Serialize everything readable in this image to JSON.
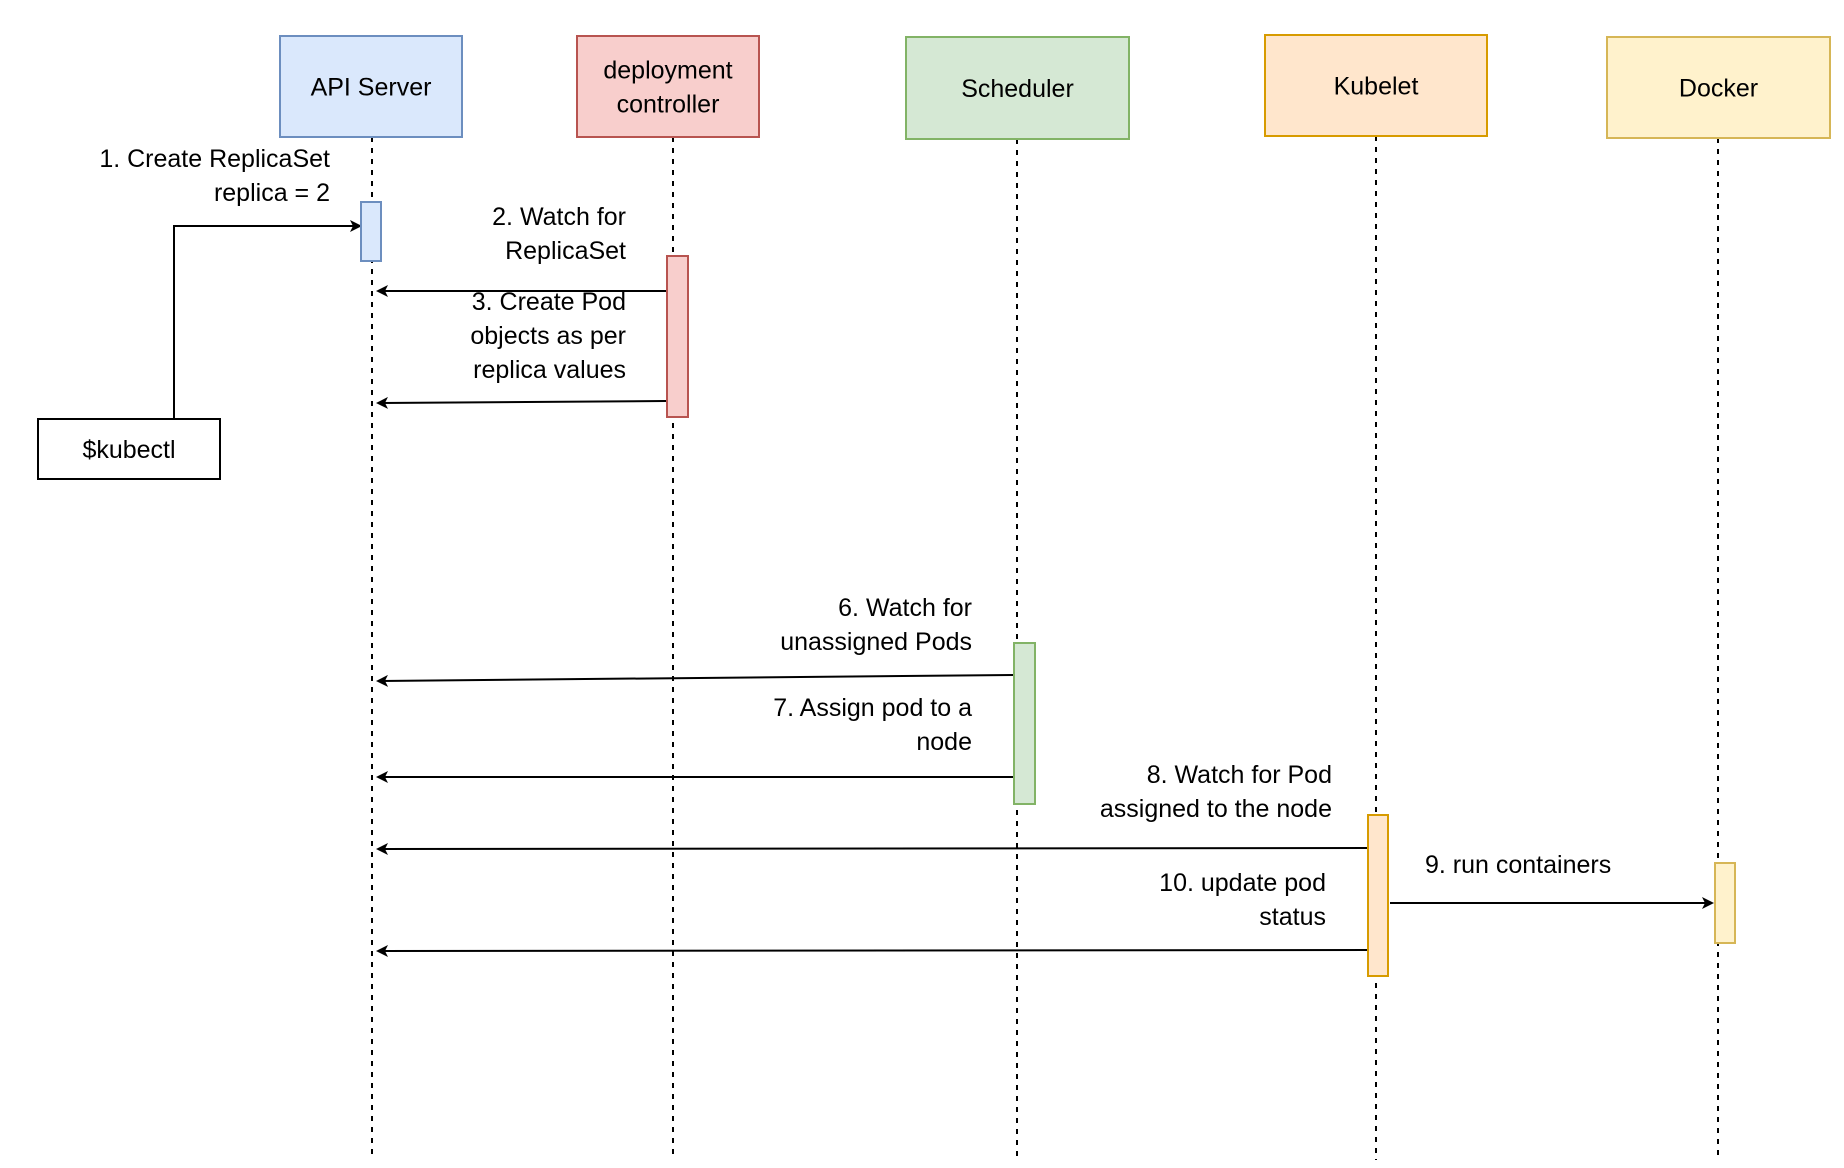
{
  "participants": [
    {
      "id": "api-server",
      "label": [
        "API Server"
      ],
      "fill": "#dae8fc",
      "stroke": "#6c8ebf"
    },
    {
      "id": "deployment-controller",
      "label": [
        "deployment",
        "controller"
      ],
      "fill": "#f8cecc",
      "stroke": "#b85450"
    },
    {
      "id": "scheduler",
      "label": [
        "Scheduler"
      ],
      "fill": "#d5e8d4",
      "stroke": "#82b366"
    },
    {
      "id": "kubelet",
      "label": [
        "Kubelet"
      ],
      "fill": "#ffe6cc",
      "stroke": "#d79b00"
    },
    {
      "id": "docker",
      "label": [
        "Docker"
      ],
      "fill": "#fff2cc",
      "stroke": "#d6b656"
    }
  ],
  "actor": {
    "label": "$kubectl"
  },
  "messages": [
    {
      "id": "msg-1",
      "from": "kubectl",
      "to": "api-server",
      "label": [
        "1. Create ReplicaSet",
        "replica = 2"
      ]
    },
    {
      "id": "msg-2",
      "from": "deployment-controller",
      "to": "api-server",
      "label": [
        "2. Watch for",
        "ReplicaSet"
      ]
    },
    {
      "id": "msg-3",
      "from": "deployment-controller",
      "to": "api-server",
      "label": [
        "3. Create Pod",
        "objects as per",
        "replica values"
      ]
    },
    {
      "id": "msg-6",
      "from": "scheduler",
      "to": "api-server",
      "label": [
        "6. Watch for",
        "unassigned Pods"
      ]
    },
    {
      "id": "msg-7",
      "from": "scheduler",
      "to": "api-server",
      "label": [
        "7. Assign pod to a",
        "node"
      ]
    },
    {
      "id": "msg-8",
      "from": "kubelet",
      "to": "api-server",
      "label": [
        "8. Watch for Pod",
        "assigned to the node"
      ]
    },
    {
      "id": "msg-9",
      "from": "kubelet",
      "to": "docker",
      "label": [
        "9. run containers"
      ]
    },
    {
      "id": "msg-10",
      "from": "kubelet",
      "to": "api-server",
      "label": [
        "10.  update pod",
        "status"
      ]
    }
  ]
}
